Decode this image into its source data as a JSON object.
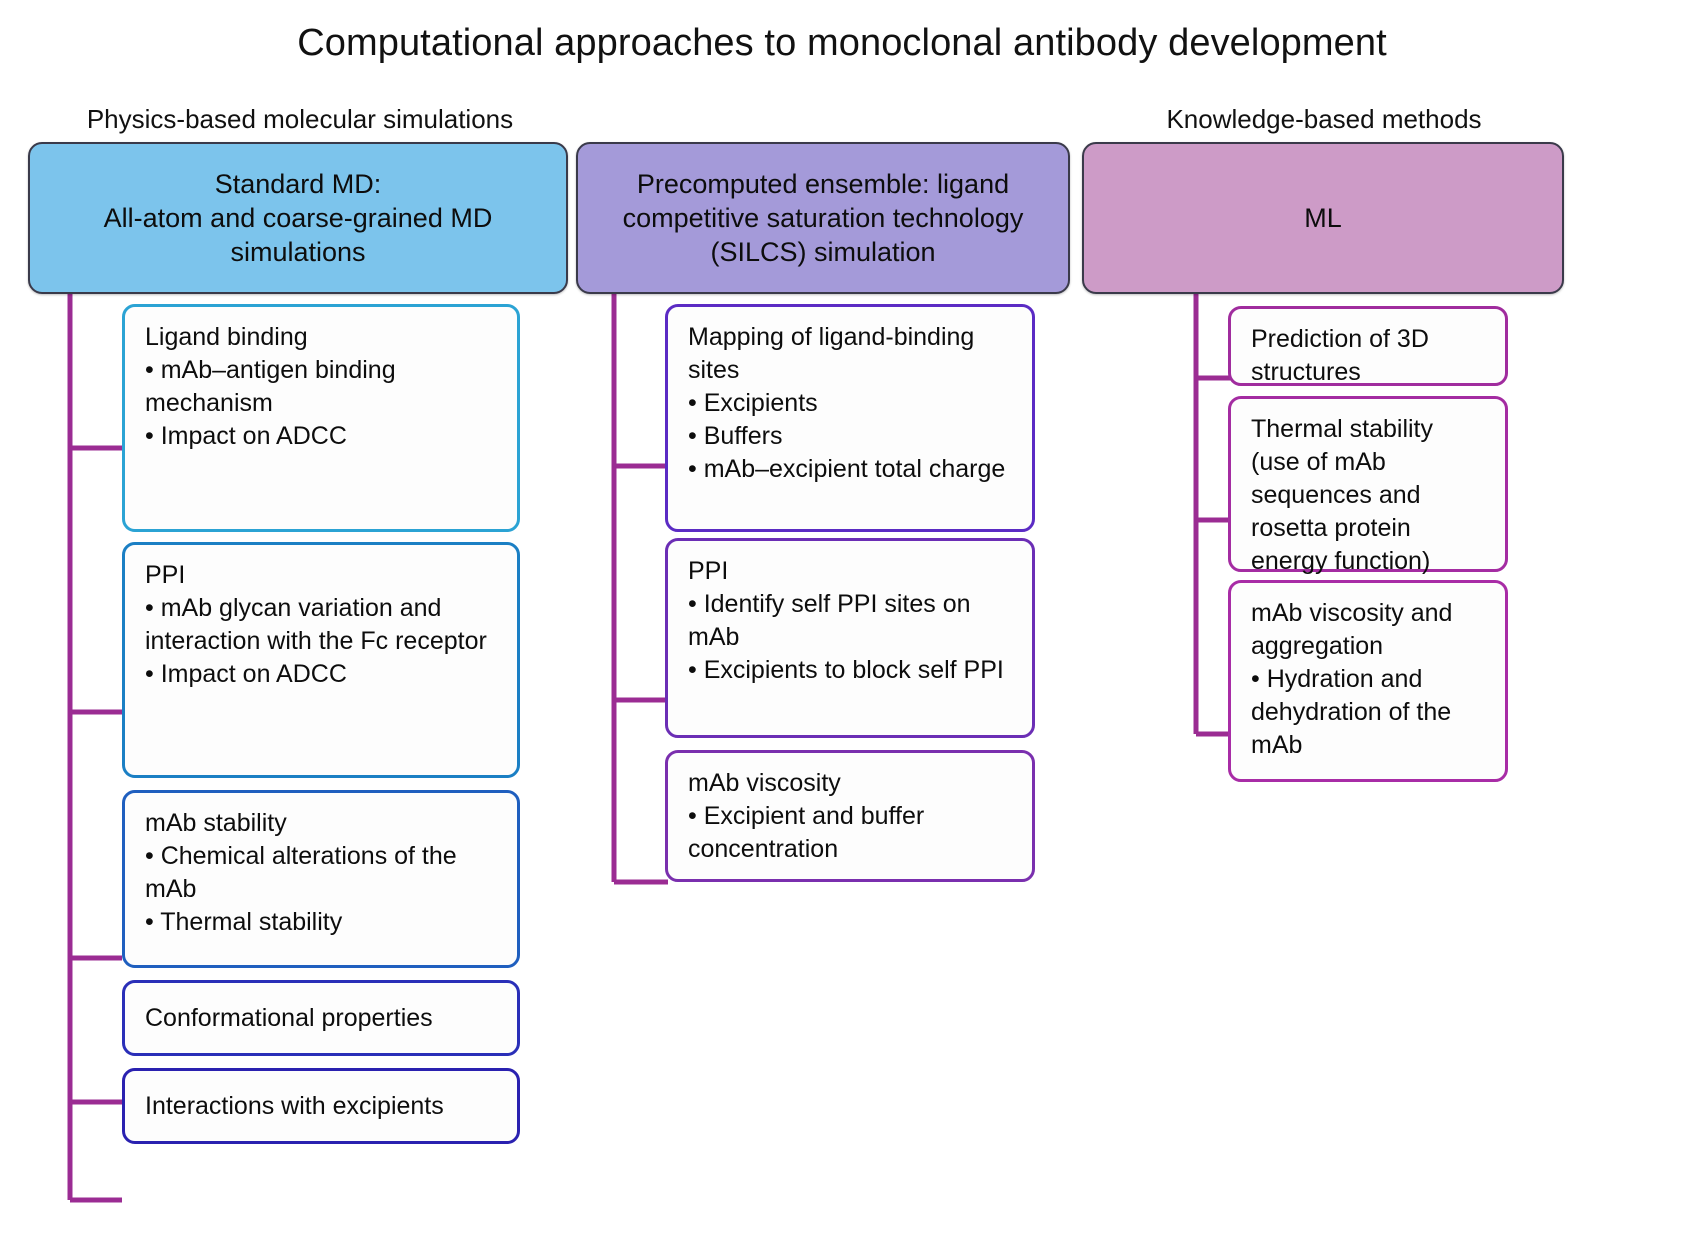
{
  "title": "Computational approaches to monoclonal antibody development",
  "colors": {
    "connector": "#9b2c93",
    "header_border": "#3a3a4a",
    "text": "#111111",
    "panel_md": "#7cc4ec",
    "panel_silcs": "#a49ad9",
    "panel_ml": "#cd9bc7"
  },
  "columns": [
    {
      "id": "physics-md",
      "header_label": "Physics-based molecular simulations",
      "panel_title": "Standard MD:\nAll-atom and coarse-grained MD simulations",
      "panel_color": "#7cc4ec",
      "nodes": [
        {
          "id": "ligand-binding",
          "text": "Ligand binding\n• mAb–antigen binding mechanism\n• Impact on ADCC",
          "border_color": "#2ba3d4"
        },
        {
          "id": "ppi",
          "text": "PPI\n• mAb glycan variation and interaction with the Fc receptor\n• Impact on ADCC",
          "border_color": "#1b7fc4"
        },
        {
          "id": "mab-stability",
          "text": "mAb stability\n• Chemical alterations of the mAb\n• Thermal stability",
          "border_color": "#1f5fbf"
        },
        {
          "id": "conformational-properties",
          "text": "Conformational properties",
          "border_color": "#2a2fb8"
        },
        {
          "id": "interactions-with-excipients",
          "text": "Interactions with excipients",
          "border_color": "#2a21b0"
        }
      ]
    },
    {
      "id": "silcs",
      "header_label": "",
      "panel_title": "Precomputed ensemble: ligand competitive saturation technology (SILCS) simulation",
      "panel_color": "#a49ad9",
      "nodes": [
        {
          "id": "mapping-ligand-binding-sites",
          "text": "Mapping of ligand-binding sites\n• Excipients\n• Buffers\n• mAb–excipient total charge",
          "border_color": "#5b2bc4"
        },
        {
          "id": "silcs-ppi",
          "text": "PPI\n• Identify self PPI sites on mAb\n• Excipients to block self PPI",
          "border_color": "#6b2eb5"
        },
        {
          "id": "silcs-mab-viscosity",
          "text": "mAb viscosity\n• Excipient and buffer concentration",
          "border_color": "#7a2fae"
        }
      ]
    },
    {
      "id": "knowledge-ml",
      "header_label": "Knowledge-based methods",
      "panel_title": "ML",
      "panel_color": "#cd9bc7",
      "nodes": [
        {
          "id": "prediction-3d-structures",
          "text": "Prediction of 3D structures",
          "border_color": "#a02c9e"
        },
        {
          "id": "thermal-stability",
          "text": "Thermal stability (use of mAb sequences and rosetta protein energy function)",
          "border_color": "#a42ca2"
        },
        {
          "id": "ml-mab-viscosity-aggregation",
          "text": "mAb viscosity and aggregation\n• Hydration and dehydration of the mAb",
          "border_color": "#a82ca6"
        }
      ]
    }
  ]
}
